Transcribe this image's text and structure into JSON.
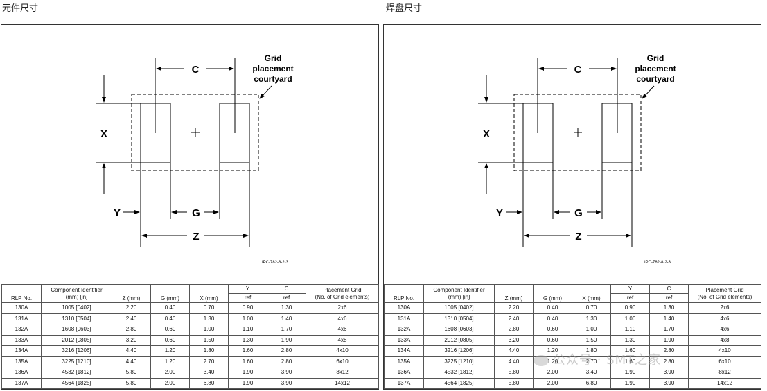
{
  "headings": {
    "left": "元件尺寸",
    "right": "焊盘尺寸"
  },
  "diagram": {
    "label_c": "C",
    "label_x": "X",
    "label_y": "Y",
    "label_g": "G",
    "label_z": "Z",
    "grid_line1": "Grid",
    "grid_line2": "placement",
    "grid_line3": "courtyard",
    "ref_code": "IPC-782-8-2-3"
  },
  "table": {
    "headers": {
      "rlp": "RLP No.",
      "component_line1": "Component Identifier",
      "component_line2": "(mm) [in]",
      "z": "Z (mm)",
      "g": "G (mm)",
      "x": "X (mm)",
      "y": "Y",
      "y_sub": "ref",
      "c": "C",
      "c_sub": "ref",
      "grid_line1": "Placement Grid",
      "grid_line2": "(No. of Grid elements)"
    },
    "rows": [
      [
        "130A",
        "1005 [0402]",
        "2.20",
        "0.40",
        "0.70",
        "0.90",
        "1.30",
        "2x6"
      ],
      [
        "131A",
        "1310 [0504]",
        "2.40",
        "0.40",
        "1.30",
        "1.00",
        "1.40",
        "4x6"
      ],
      [
        "132A",
        "1608 [0603]",
        "2.80",
        "0.60",
        "1.00",
        "1.10",
        "1.70",
        "4x6"
      ],
      [
        "133A",
        "2012 [0805]",
        "3.20",
        "0.60",
        "1.50",
        "1.30",
        "1.90",
        "4x8"
      ],
      [
        "134A",
        "3216 [1206]",
        "4.40",
        "1.20",
        "1.80",
        "1.60",
        "2.80",
        "4x10"
      ],
      [
        "135A",
        "3225 [1210]",
        "4.40",
        "1.20",
        "2.70",
        "1.60",
        "2.80",
        "6x10"
      ],
      [
        "136A",
        "4532 [1812]",
        "5.80",
        "2.00",
        "3.40",
        "1.90",
        "3.90",
        "8x12"
      ],
      [
        "137A",
        "4564 [1825]",
        "5.80",
        "2.00",
        "6.80",
        "1.90",
        "3.90",
        "14x12"
      ]
    ]
  },
  "watermark": "公众号 · SMT之家"
}
